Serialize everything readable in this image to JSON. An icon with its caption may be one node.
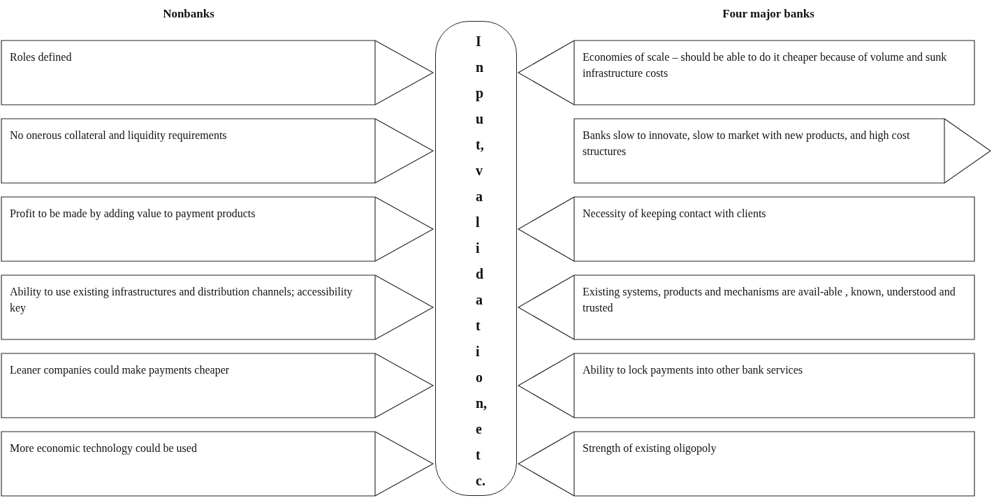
{
  "diagram": {
    "nodes": [
      {
        "text": [
          "Roles defined"
        ]
      },
      {
        "text": [
          "No onerous collateral and liquidity requirements"
        ]
      },
      {
        "text": [
          "Profit to be made by adding value to payment products"
        ]
      },
      {
        "text": [
          "Ability to use existing infrastructures and distribution channels; accessibility key"
        ]
      },
      {
        "text": [
          "Leaner companies could make payments cheaper"
        ]
      },
      {
        "text": [
          "More economic technology could be used"
        ]
      },
      {
        "text": [
          "Input, validation, etc."
        ]
      },
      {
        "text": [
          "Economies of scale – should be able to do it cheaper because of volume and sunk infrastructure costs"
        ]
      },
      {
        "text": [
          "Banks slow to innovate, slow to market with new products, and high cost structures"
        ]
      },
      {
        "text": [
          "Necessity of keeping contact with clients"
        ]
      },
      {
        "text": [
          "Existing systems, products and mechanisms are avail-able , known, understood and trusted"
        ]
      },
      {
        "text": [
          "Ability to lock payments into other bank services"
        ]
      },
      {
        "text": [
          "Strength of existing oligopoly"
        ]
      }
    ],
    "labels": [
      "Nonbanks",
      "Four major banks"
    ]
  }
}
